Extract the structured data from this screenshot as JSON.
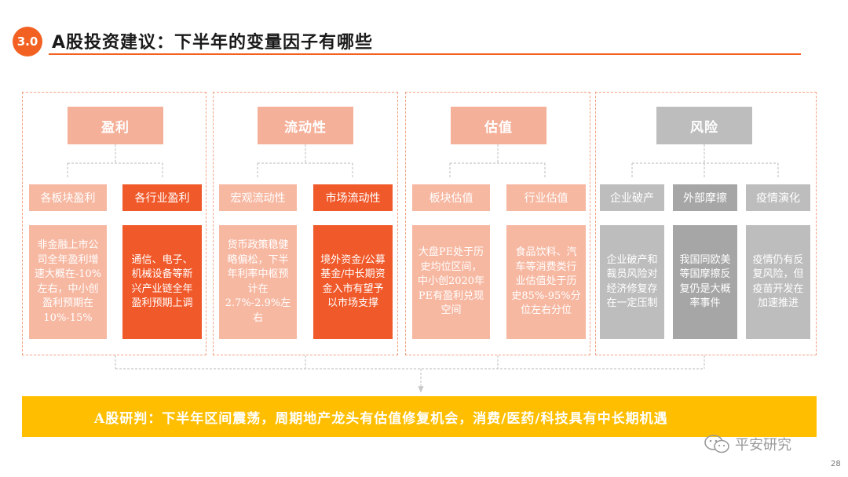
{
  "header": {
    "badge": "3.0",
    "title": "A股投资建议：下半年的变量因子有哪些"
  },
  "groups": [
    {
      "title": "盈利",
      "subs": [
        {
          "label": "各板块盈利",
          "detail": "非金融上市公司全年盈利增速大概在-10%左右，中小创盈利预期在10%-15%"
        },
        {
          "label": "各行业盈利",
          "detail": "通信、电子、机械设备等新兴产业链全年盈利预期上调"
        }
      ]
    },
    {
      "title": "流动性",
      "subs": [
        {
          "label": "宏观流动性",
          "detail": "货币政策稳健略偏松，下半年利率中枢预计在2.7%-2.9%左右"
        },
        {
          "label": "市场流动性",
          "detail": "境外资金/公募基金/中长期资金入市有望予以市场支撑"
        }
      ]
    },
    {
      "title": "估值",
      "subs": [
        {
          "label": "板块估值",
          "detail": "大盘PE处于历史均位区间，中小创2020年PE有盈利兑现空间"
        },
        {
          "label": "行业估值",
          "detail": "食品饮料、汽车等消费类行业估值处于历史85%-95%分位左右分位"
        }
      ]
    },
    {
      "title": "风险",
      "subs": [
        {
          "label": "企业破产",
          "detail": "企业破产和裁员风险对经济修复存在一定压制"
        },
        {
          "label": "外部摩擦",
          "detail": "我国同欧美等国摩擦反复仍是大概率事件"
        },
        {
          "label": "疫情演化",
          "detail": "疫情仍有反复风险，但疫苗开发在加速推进"
        }
      ]
    }
  ],
  "bottom": {
    "text": "A股研判：下半年区间震荡，周期地产龙头有估值修复机会，消费/医药/科技具有中长期机遇"
  },
  "watermark": {
    "text": "平安研究"
  },
  "page_number": "28",
  "colors": {
    "accent": "#f26122",
    "light": "#f5b099",
    "dark": "#f0592a",
    "grey": "#bdbdbd",
    "bar": "#ffbf00"
  }
}
